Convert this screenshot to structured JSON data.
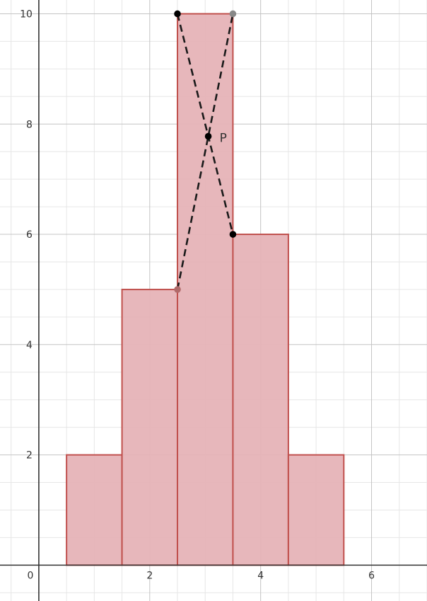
{
  "chart_data": {
    "type": "bar",
    "title": "",
    "xlabel": "",
    "ylabel": "",
    "xlim": [
      -0.7,
      7.0
    ],
    "ylim": [
      -0.65,
      10.25
    ],
    "grid": true,
    "minor_grid_step": 0.5,
    "x_ticks": [
      {
        "value": 0,
        "label": "0"
      },
      {
        "value": 2,
        "label": "2"
      },
      {
        "value": 4,
        "label": "4"
      },
      {
        "value": 6,
        "label": "6"
      }
    ],
    "y_ticks": [
      {
        "value": 2,
        "label": "2"
      },
      {
        "value": 4,
        "label": "4"
      },
      {
        "value": 6,
        "label": "6"
      },
      {
        "value": 8,
        "label": "8"
      },
      {
        "value": 10,
        "label": "10"
      }
    ],
    "bars": [
      {
        "x0": 0.5,
        "x1": 1.5,
        "value": 2
      },
      {
        "x0": 1.5,
        "x1": 2.5,
        "value": 5
      },
      {
        "x0": 2.5,
        "x1": 3.5,
        "value": 10
      },
      {
        "x0": 3.5,
        "x1": 4.5,
        "value": 6
      },
      {
        "x0": 4.5,
        "x1": 5.5,
        "value": 2
      }
    ],
    "bar_fill": "#e6b3b7",
    "bar_stroke": "#c0504d",
    "segments": [
      {
        "from": [
          2.5,
          10
        ],
        "to": [
          3.5,
          6
        ]
      },
      {
        "from": [
          2.5,
          5
        ],
        "to": [
          3.5,
          10
        ]
      }
    ],
    "points": [
      {
        "x": 2.5,
        "y": 10,
        "color": "#000000"
      },
      {
        "x": 3.5,
        "y": 10,
        "color": "#888888"
      },
      {
        "x": 3.5,
        "y": 6,
        "color": "#000000"
      },
      {
        "x": 2.5,
        "y": 5,
        "color": "#b06a6a"
      },
      {
        "x": 3.0556,
        "y": 7.7778,
        "color": "#000000",
        "label": "P"
      }
    ]
  }
}
